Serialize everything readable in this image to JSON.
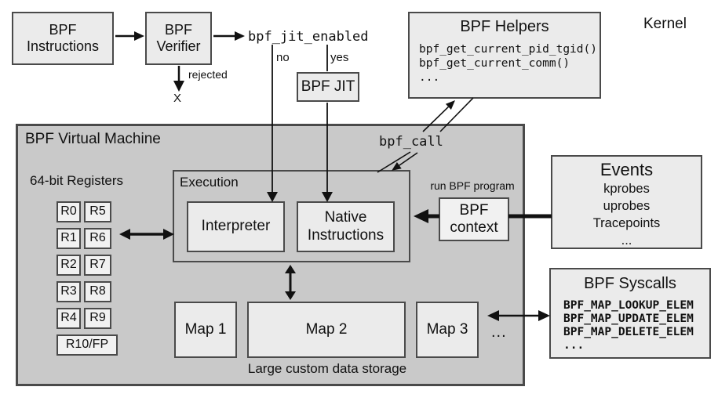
{
  "kernel_label": "Kernel",
  "pipeline": {
    "instructions": "BPF\nInstructions",
    "verifier": "BPF\nVerifier",
    "jit_enabled": "bpf_jit_enabled",
    "branch_no": "no",
    "branch_yes": "yes",
    "rejected": "rejected",
    "rejected_mark": "X",
    "jit": "BPF JIT"
  },
  "helpers": {
    "title": "BPF Helpers",
    "functions": [
      "bpf_get_current_pid_tgid()",
      "bpf_get_current_comm()",
      "..."
    ]
  },
  "vm": {
    "title": "BPF Virtual Machine",
    "registers_title": "64-bit Registers",
    "registers": [
      "R0",
      "R5",
      "R1",
      "R6",
      "R2",
      "R7",
      "R3",
      "R8",
      "R4",
      "R9"
    ],
    "register_fp": "R10/FP",
    "execution_title": "Execution",
    "interpreter": "Interpreter",
    "native": "Native\nInstructions",
    "bpf_call": "bpf_call",
    "run_label": "run BPF program",
    "context": "BPF\ncontext",
    "maps": [
      "Map 1",
      "Map 2",
      "Map 3"
    ],
    "maps_more": "...",
    "storage_caption": "Large custom data storage"
  },
  "events": {
    "title": "Events",
    "items": [
      "kprobes",
      "uprobes",
      "Tracepoints",
      "..."
    ]
  },
  "syscalls": {
    "title": "BPF Syscalls",
    "functions": [
      "BPF_MAP_LOOKUP_ELEM",
      "BPF_MAP_UPDATE_ELEM",
      "BPF_MAP_DELETE_ELEM",
      "..."
    ]
  },
  "colors": {
    "border": "#4a4a4a",
    "box_fill": "#ebebeb",
    "vm_fill": "#c9c9c9",
    "register_fill": "#f1f1f1",
    "ink": "#111111",
    "arrow": "#111111"
  }
}
